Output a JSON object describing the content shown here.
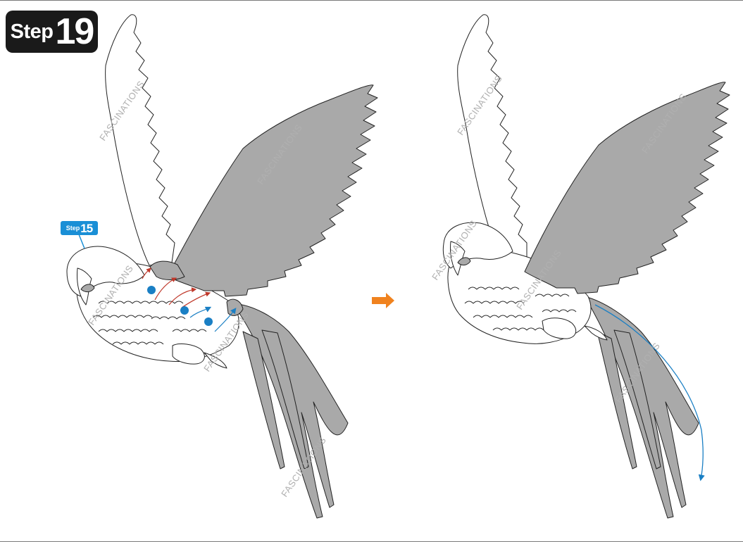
{
  "step_badge": {
    "word": "Step",
    "number": "19"
  },
  "sub_badge": {
    "word": "Step",
    "number": "15"
  },
  "watermark": "FASCINATIONS",
  "colors": {
    "badge_dark": "#1a1a1a",
    "badge_blue": "#1a8fd6",
    "arrow_orange": "#f0821e",
    "guide_red": "#c0392b",
    "guide_blue": "#1a7fc4",
    "part_gray": "#a9a9a9",
    "outline": "#222222"
  },
  "icons": [
    "transition-arrow-icon",
    "placement-dot-icon",
    "motion-arrow-icon"
  ]
}
